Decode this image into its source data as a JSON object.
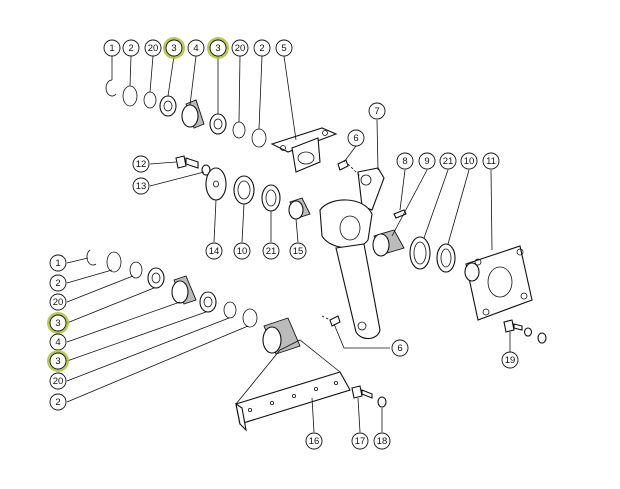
{
  "diagram": {
    "highlight_color": "#a9c23a",
    "callouts": [
      {
        "id": "top-1",
        "text": "1",
        "hl": false
      },
      {
        "id": "top-2a",
        "text": "2",
        "hl": false
      },
      {
        "id": "top-20a",
        "text": "20",
        "hl": false
      },
      {
        "id": "top-3a",
        "text": "3",
        "hl": true
      },
      {
        "id": "top-4",
        "text": "4",
        "hl": false
      },
      {
        "id": "top-3b",
        "text": "3",
        "hl": true
      },
      {
        "id": "top-20b",
        "text": "20",
        "hl": false
      },
      {
        "id": "top-2b",
        "text": "2",
        "hl": false
      },
      {
        "id": "top-5",
        "text": "5",
        "hl": false
      },
      {
        "id": "c-6a",
        "text": "6",
        "hl": false
      },
      {
        "id": "c-7",
        "text": "7",
        "hl": false
      },
      {
        "id": "c-12",
        "text": "12",
        "hl": false
      },
      {
        "id": "c-13",
        "text": "13",
        "hl": false
      },
      {
        "id": "c-14",
        "text": "14",
        "hl": false
      },
      {
        "id": "c-10a",
        "text": "10",
        "hl": false
      },
      {
        "id": "c-21a",
        "text": "21",
        "hl": false
      },
      {
        "id": "c-15",
        "text": "15",
        "hl": false
      },
      {
        "id": "c-8",
        "text": "8",
        "hl": false
      },
      {
        "id": "c-9",
        "text": "9",
        "hl": false
      },
      {
        "id": "c-21b",
        "text": "21",
        "hl": false
      },
      {
        "id": "c-10b",
        "text": "10",
        "hl": false
      },
      {
        "id": "c-11",
        "text": "11",
        "hl": false
      },
      {
        "id": "l-1",
        "text": "1",
        "hl": false
      },
      {
        "id": "l-2a",
        "text": "2",
        "hl": false
      },
      {
        "id": "l-20a",
        "text": "20",
        "hl": false
      },
      {
        "id": "l-3a",
        "text": "3",
        "hl": true
      },
      {
        "id": "l-4",
        "text": "4",
        "hl": false
      },
      {
        "id": "l-3b",
        "text": "3",
        "hl": true
      },
      {
        "id": "l-20b",
        "text": "20",
        "hl": false
      },
      {
        "id": "l-2b",
        "text": "2",
        "hl": false
      },
      {
        "id": "c-6b",
        "text": "6",
        "hl": false
      },
      {
        "id": "c-19",
        "text": "19",
        "hl": false
      },
      {
        "id": "c-16",
        "text": "16",
        "hl": false
      },
      {
        "id": "c-17",
        "text": "17",
        "hl": false
      },
      {
        "id": "c-18",
        "text": "18",
        "hl": false
      }
    ]
  }
}
